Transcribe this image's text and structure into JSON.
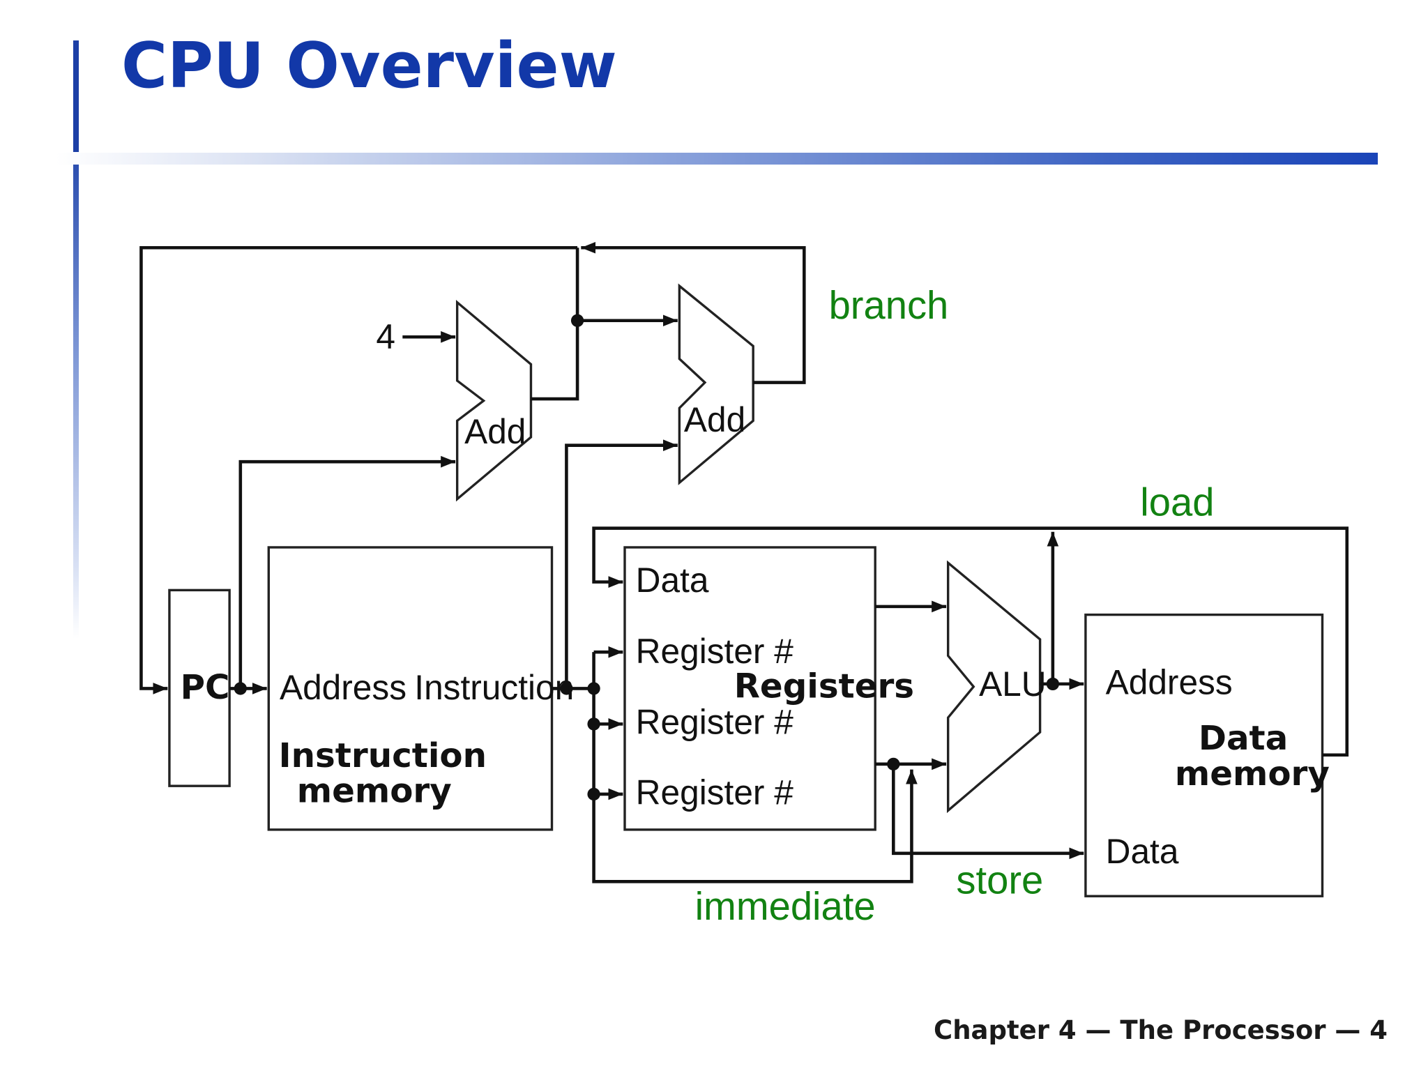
{
  "slide": {
    "title": "CPU Overview",
    "footer": "Chapter 4 — The Processor — 4"
  },
  "diagram": {
    "constant_four": "4",
    "adders": {
      "pc_adder": "Add",
      "branch_adder": "Add"
    },
    "pc": "PC",
    "instruction_memory": {
      "address_port": "Address",
      "instruction_port": "Instruction",
      "title_line1": "Instruction",
      "title_line2": "memory"
    },
    "registers": {
      "data_port": "Data",
      "register_port_1": "Register #",
      "register_port_2": "Register #",
      "register_port_3": "Register #",
      "title": "Registers"
    },
    "alu": "ALU",
    "data_memory": {
      "address_port": "Address",
      "data_port": "Data",
      "title_line1": "Data",
      "title_line2": "memory"
    },
    "path_labels": {
      "branch": "branch",
      "load": "load",
      "store": "store",
      "immediate": "immediate"
    },
    "colors": {
      "title": "#1238a8",
      "path_label": "#128212",
      "accent_bar": "#1a44b8"
    }
  }
}
